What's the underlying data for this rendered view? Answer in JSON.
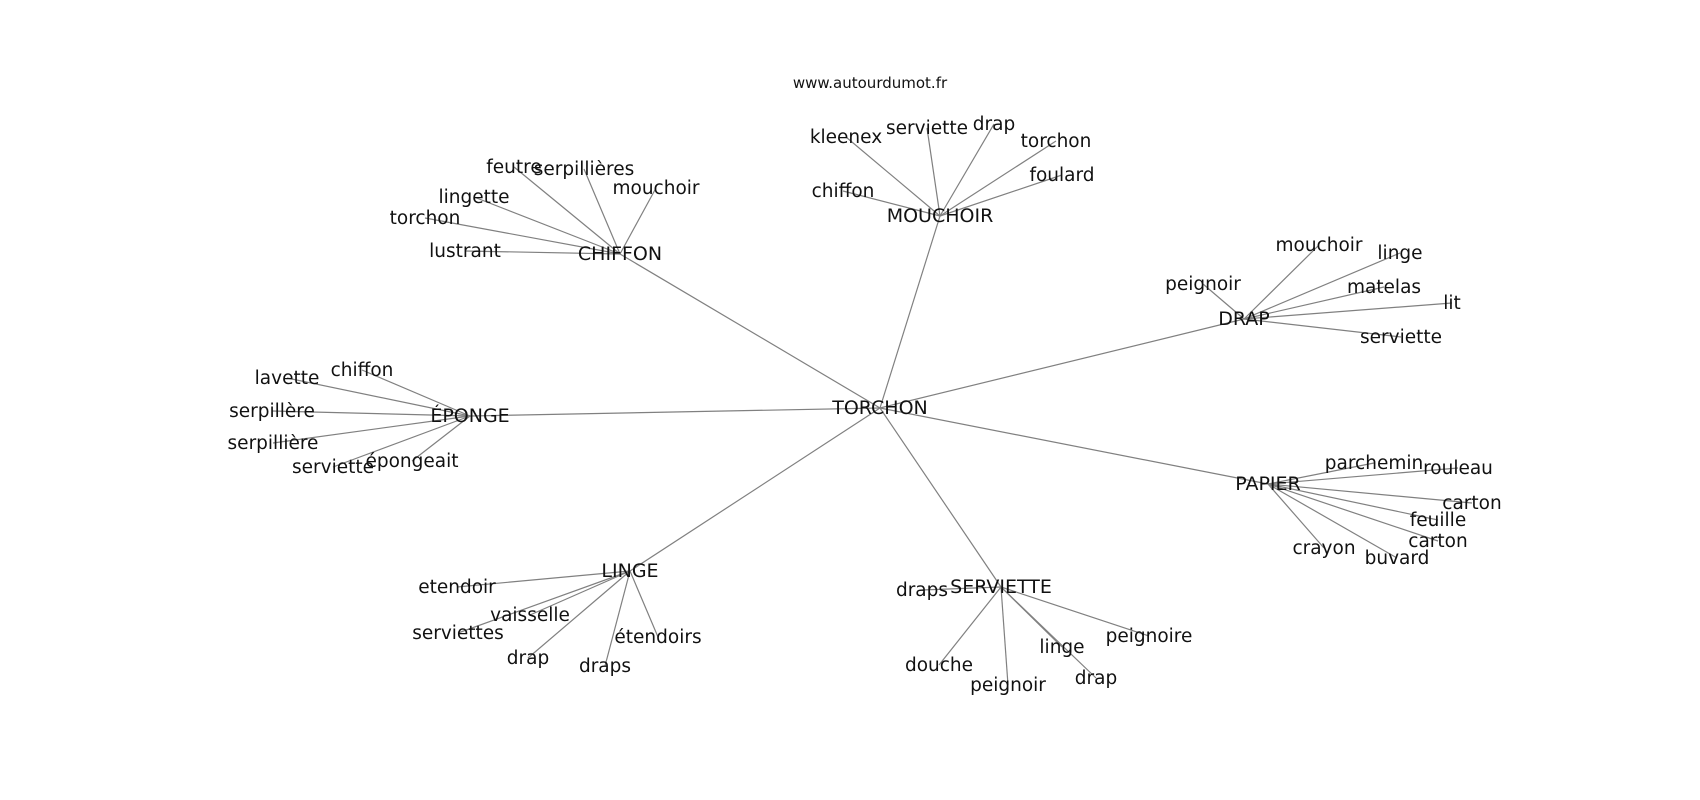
{
  "source": "www.autourdumot.fr",
  "center": "TORCHON",
  "clusters": [
    {
      "hub": "CHIFFON",
      "words": [
        "feutre",
        "serpillières",
        "mouchoir",
        "lingette",
        "torchon",
        "lustrant"
      ]
    },
    {
      "hub": "MOUCHOIR",
      "words": [
        "kleenex",
        "serviette",
        "drap",
        "torchon",
        "foulard",
        "chiffon"
      ]
    },
    {
      "hub": "DRAP",
      "words": [
        "mouchoir",
        "linge",
        "peignoir",
        "matelas",
        "lit",
        "serviette"
      ]
    },
    {
      "hub": "ÉPONGE",
      "words": [
        "chiffon",
        "lavette",
        "serpillère",
        "serpillière",
        "serviette",
        "épongeait"
      ]
    },
    {
      "hub": "PAPIER",
      "words": [
        "parchemin",
        "rouleau",
        "carton",
        "feuille",
        "carton",
        "crayon",
        "buvard"
      ]
    },
    {
      "hub": "LINGE",
      "words": [
        "etendoir",
        "vaisselle",
        "serviettes",
        "étendoirs",
        "drap",
        "draps"
      ]
    },
    {
      "hub": "SERVIETTE",
      "words": [
        "draps",
        "peignoire",
        "linge",
        "douche",
        "drap",
        "peignoir"
      ]
    }
  ]
}
